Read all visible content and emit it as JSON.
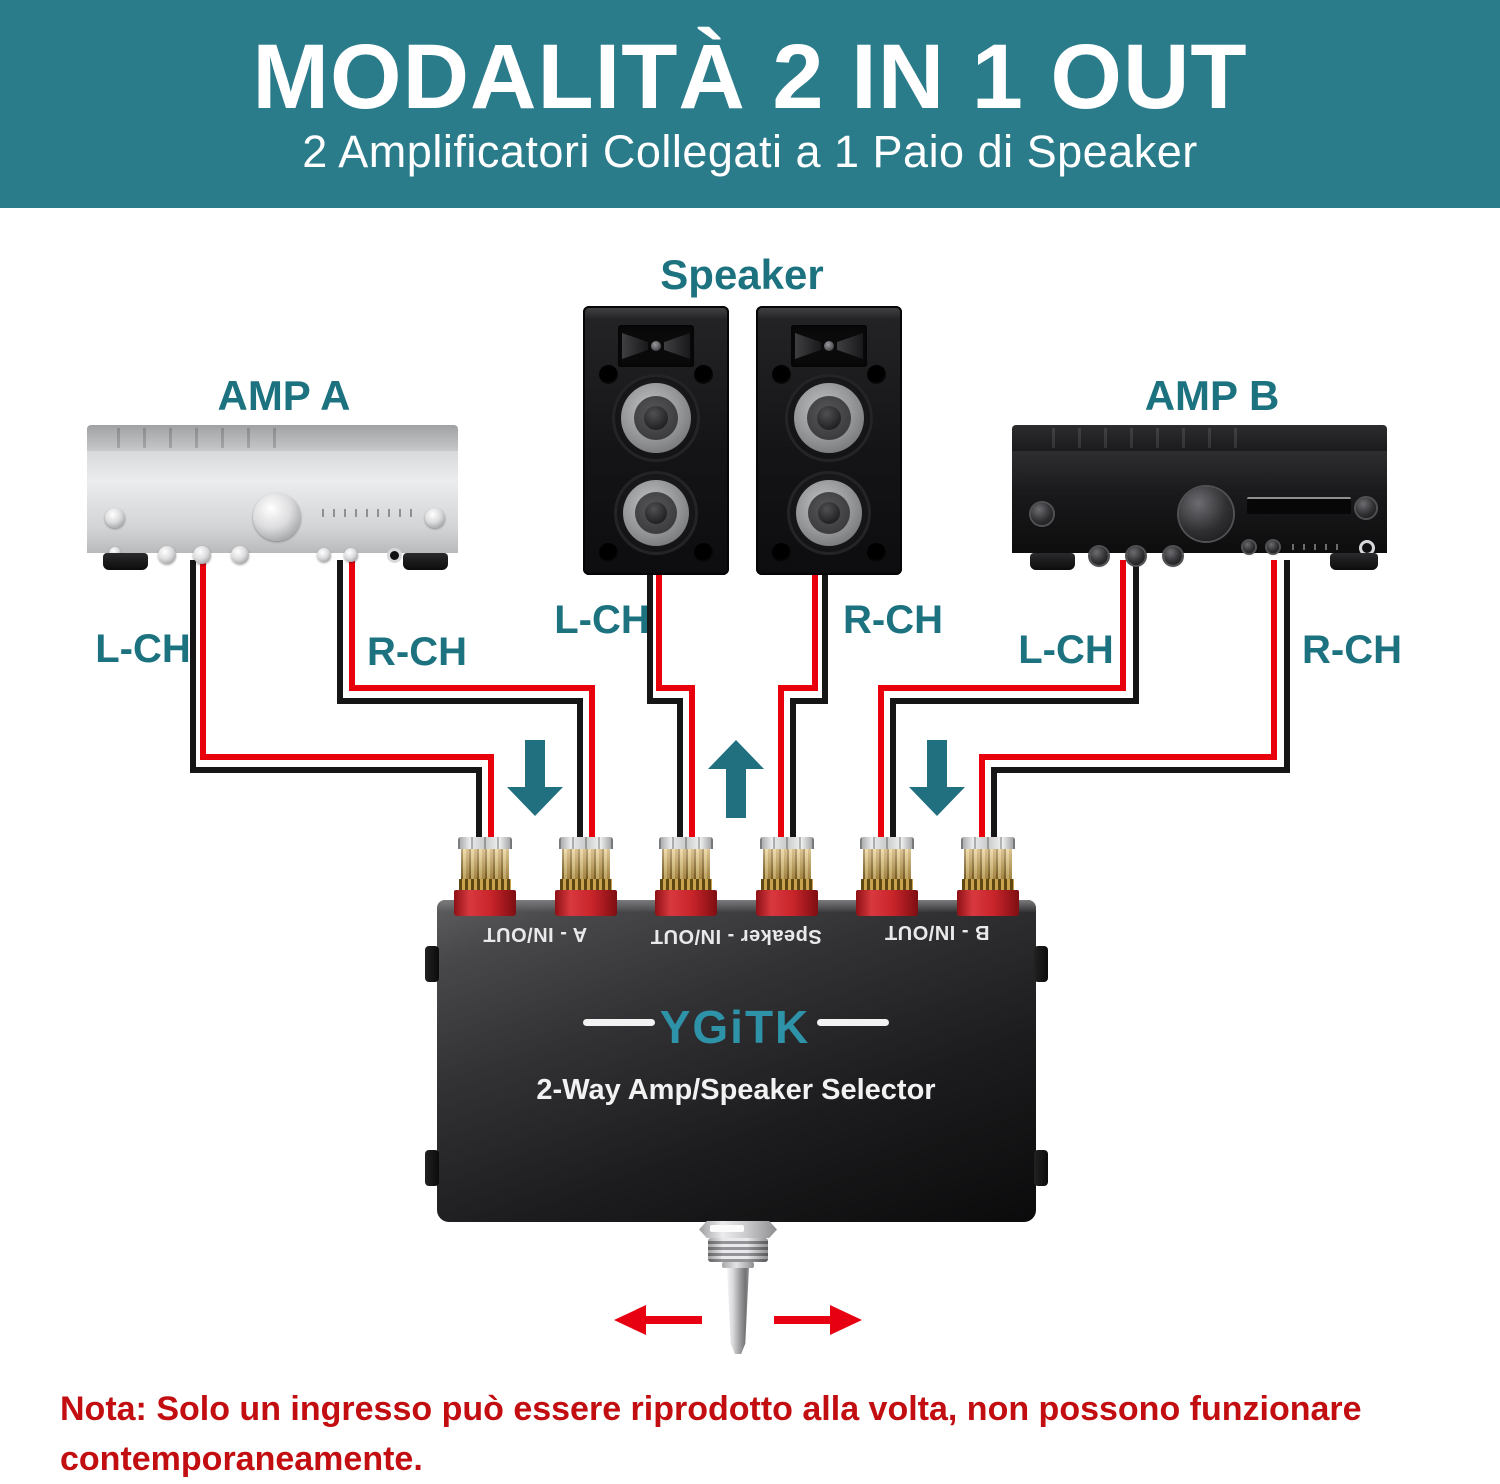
{
  "header": {
    "title": "MODALITÀ 2 IN 1 OUT",
    "subtitle": "2 Amplificatori Collegati a 1 Paio di Speaker"
  },
  "device_labels": {
    "amp_a": "AMP A",
    "speaker": "Speaker",
    "amp_b": "AMP B"
  },
  "channel_labels": {
    "amp_a_left": "L-CH",
    "amp_a_right": "R-CH",
    "speaker_left": "L-CH",
    "speaker_right": "R-CH",
    "amp_b_left": "L-CH",
    "amp_b_right": "R-CH"
  },
  "selector_box": {
    "brand": "YGiTK",
    "product_name": "2-Way Amp/Speaker Selector",
    "port_labels": {
      "a": "A - IN/OUT",
      "speaker": "Speaker - IN/OUT",
      "b": "B - IN/OUT"
    }
  },
  "note": {
    "line1": "Nota: Solo un ingresso può essere riprodotto alla volta, non possono funzionare",
    "line2": "contemporaneamente."
  },
  "colors": {
    "header_bg": "#2b7c8b",
    "label_teal": "#1d7280",
    "arrow_teal": "#20707f",
    "wire_red": "#e8000d",
    "wire_black": "#161616",
    "note_red": "#c20d11",
    "brand_teal": "#2e93a8",
    "post_red": "#c8242a",
    "post_gold": "#c8a254"
  }
}
